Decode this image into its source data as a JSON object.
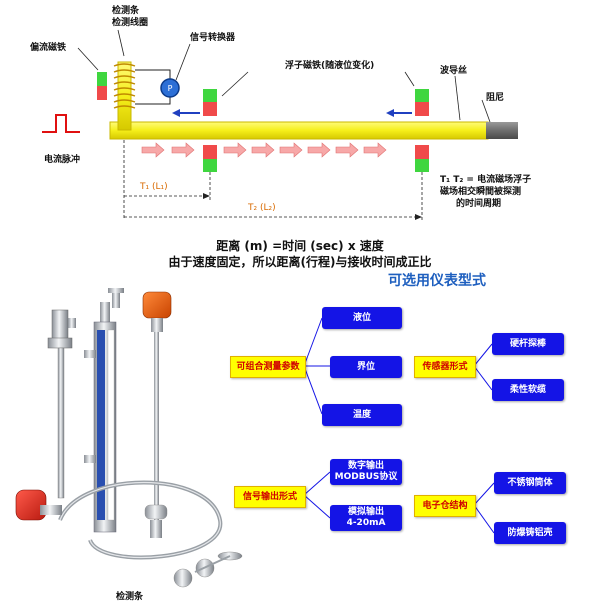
{
  "colors": {
    "tube": "#f5ef1a",
    "tube_border": "#c9b800",
    "damper": "#707070",
    "magnet_green": "#3fd63f",
    "magnet_red": "#f04a4a",
    "arrow_blue": "#2040c0",
    "box_yellow": "#ffff00",
    "box_blue": "#1414e6",
    "box_text_red": "#d00000",
    "title_blue": "#1e5fbf"
  },
  "principle": {
    "bias_magnet": "偏流磁铁",
    "detect_strip": "检测条",
    "detect_coil": "检测线圈",
    "signal_converter": "信号转换器",
    "float_magnet": "浮子磁铁(随液位变化)",
    "waveguide": "波导丝",
    "damper": "阻尼",
    "current_pulse": "电流脉冲",
    "t1_label": "T₁ (L₁)",
    "t2_label": "T₂ (L₂)",
    "note_line1": "T₁ T₂ = 电流磁场浮子",
    "note_line2": "磁场相交瞬間被探测",
    "note_line3": "的时间周期",
    "formula_line1": "距离 (m) =时间 (sec) x 速度",
    "formula_line2": "由于速度固定，所以距离(行程)与接收时间成正比"
  },
  "options": {
    "title": "可选用仪表型式",
    "measure_params": "可组合测量参数",
    "liquid_level": "液位",
    "interface": "界位",
    "temperature": "温度",
    "sensor_form": "传感器形式",
    "rigid_probe": "硬杆探棒",
    "flexible_cable": "柔性软缆",
    "signal_output": "信号输出形式",
    "digital_output_1": "数字输出",
    "digital_output_2": "MODBUS协议",
    "analog_output_1": "模拟输出",
    "analog_output_2": "4-20mA",
    "electronic_housing": "电子仓结构",
    "stainless_tube": "不锈钢筒体",
    "explosion_proof": "防爆铸铝壳"
  },
  "photo": {
    "bottom_caption": "检测条"
  }
}
